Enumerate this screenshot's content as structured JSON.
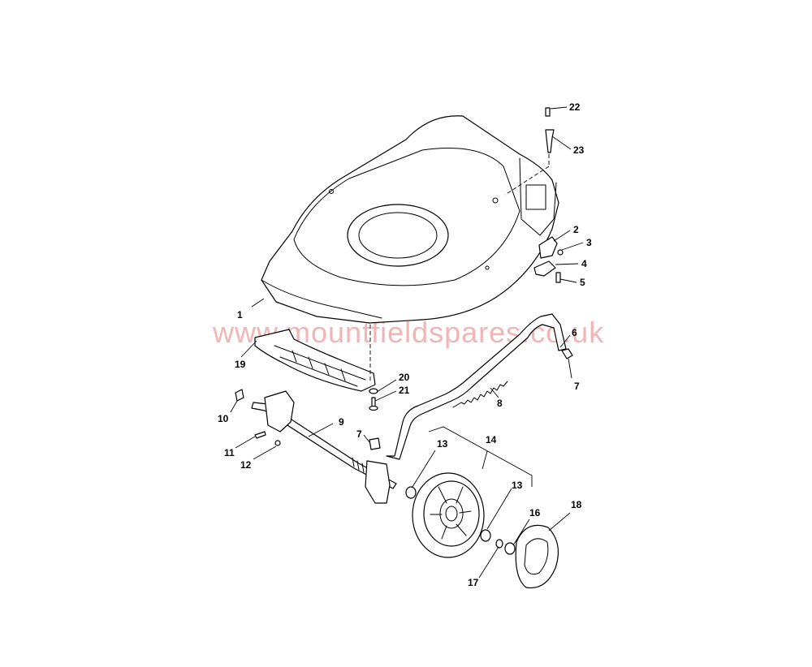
{
  "watermark": "www.mountfieldspares.co.uk",
  "callouts": {
    "c1": "1",
    "c2": "2",
    "c3": "3",
    "c4": "4",
    "c5": "5",
    "c6": "6",
    "c7a": "7",
    "c7b": "7",
    "c8": "8",
    "c9": "9",
    "c10": "10",
    "c11": "11",
    "c12": "12",
    "c13a": "13",
    "c13b": "13",
    "c14": "14",
    "c16": "16",
    "c17": "17",
    "c18": "18",
    "c19": "19",
    "c20": "20",
    "c21": "21",
    "c22": "22",
    "c23": "23"
  }
}
